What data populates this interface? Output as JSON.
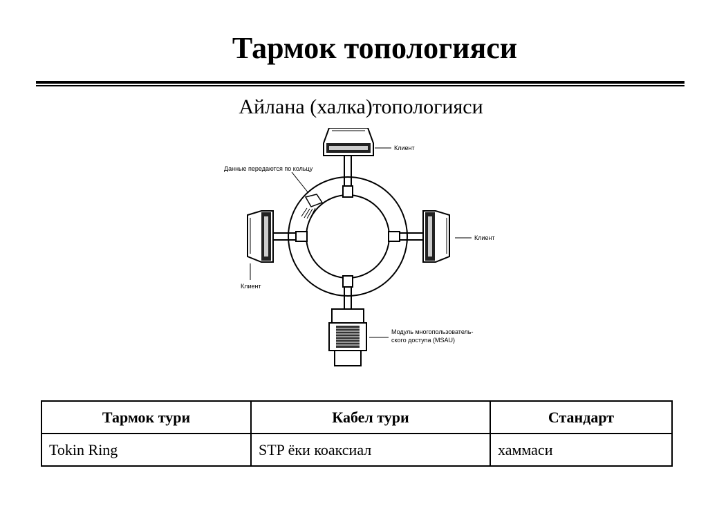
{
  "page": {
    "title": "Тармок топологияси",
    "subtitle": "Айлана (халка)топологияси"
  },
  "diagram": {
    "labels": {
      "client_top": "Клиент",
      "client_right": "Клиент",
      "client_left": "Клиент",
      "data_ring": "Данные передаются по кольцу",
      "msau_line1": "Модуль многопользователь-",
      "msau_line2": "ского доступа (MSAU)"
    }
  },
  "table": {
    "headers": [
      "Тармок тури",
      "Кабел тури",
      "Стандарт"
    ],
    "rows": [
      [
        "Tokin Ring",
        "STP ёки коаксиал",
        "хаммаси"
      ]
    ]
  }
}
